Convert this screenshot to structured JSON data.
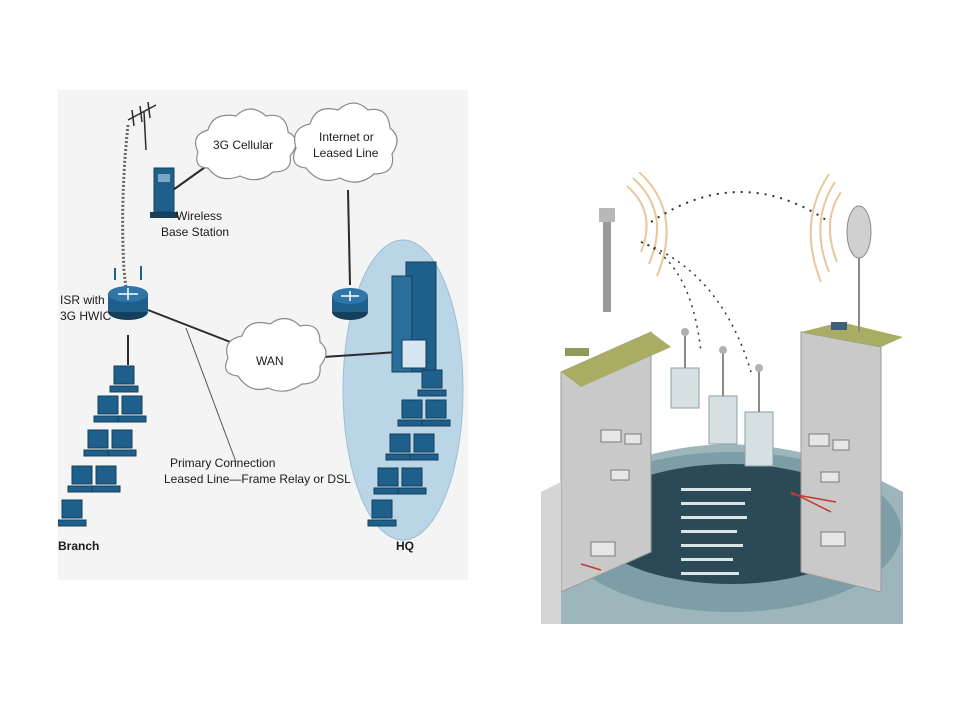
{
  "diagram": {
    "labels": {
      "cellular": "3G Cellular",
      "internet_line1": "Internet or",
      "internet_line2": "Leased Line",
      "base_station_line1": "Wireless",
      "base_station_line2": "Base Station",
      "isr_line1": "ISR with",
      "isr_line2": "3G HWIC",
      "wan": "WAN",
      "primary_line1": "Primary Connection",
      "primary_line2": "Leased Line—Frame Relay or DSL",
      "branch": "Branch",
      "hq": "HQ"
    },
    "colors": {
      "device_blue": "#1f5f8b",
      "device_dark": "#153f5c",
      "hq_ellipse": "#b9d5e6",
      "line": "#2b2b2b",
      "cloud_fill": "#ffffff",
      "cloud_stroke": "#8a8a8a"
    }
  },
  "illustration": {
    "colors": {
      "wall": "#c9c9c9",
      "roof": "#a9ad63",
      "floor": "#7d9ea6",
      "disk": "#2b4a55",
      "signal": "#e8c79a"
    }
  }
}
